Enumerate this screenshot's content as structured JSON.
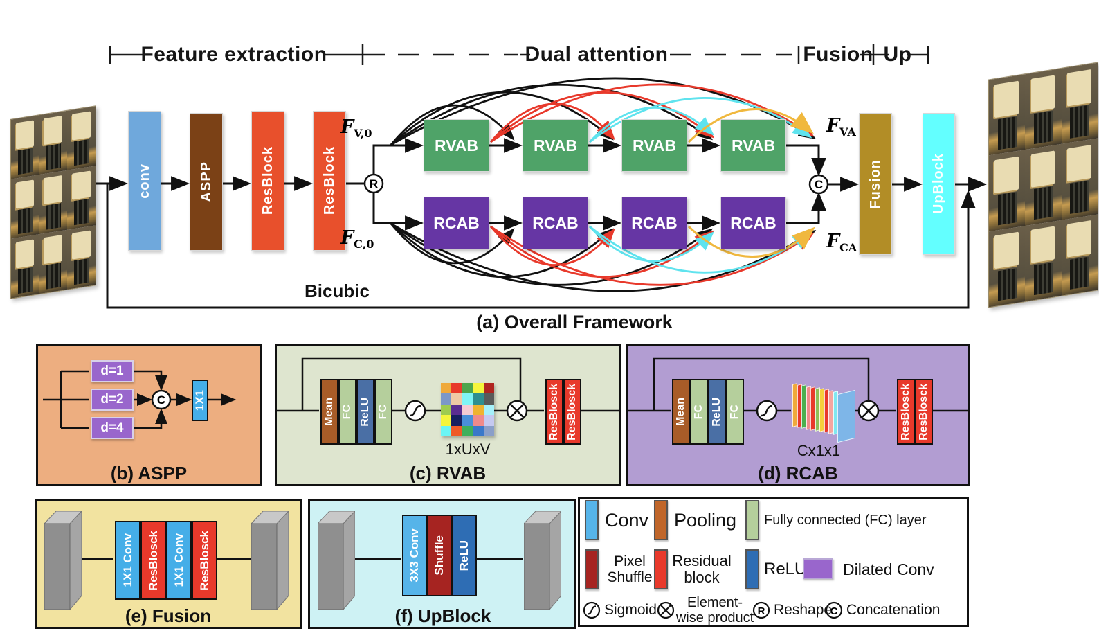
{
  "figure": {
    "header": {
      "sections": [
        {
          "label": "Feature extraction"
        },
        {
          "label": "Dual attention"
        },
        {
          "label": "Fusion"
        },
        {
          "label": "Up"
        }
      ]
    },
    "overall": {
      "caption": "(a) Overall Framework",
      "bicubic_label": "Bicubic",
      "feature_blocks": [
        "conv",
        "ASPP",
        "ResBlock",
        "ResBlock"
      ],
      "rvab_row": [
        "RVAB",
        "RVAB",
        "RVAB",
        "RVAB"
      ],
      "rcab_row": [
        "RCAB",
        "RCAB",
        "RCAB",
        "RCAB"
      ],
      "fusion_block": "Fusion",
      "up_block": "UpBlock",
      "reshape_symbol": "R",
      "concat_symbol": "C",
      "feature_labels": {
        "fv0": {
          "base": "F",
          "sub": "V,0"
        },
        "fc0": {
          "base": "F",
          "sub": "C,0"
        },
        "fva": {
          "base": "F",
          "sub": "VA"
        },
        "fca": {
          "base": "F",
          "sub": "CA"
        }
      }
    },
    "panel_b": {
      "caption": "(b) ASPP",
      "dilated_boxes": [
        "d=1",
        "d=2",
        "d=4"
      ],
      "conv_label": "1X1",
      "concat_symbol": "C"
    },
    "panel_c": {
      "caption": "(c) RVAB",
      "attention_strips": [
        "Mean",
        "FC",
        "ReLU",
        "FC"
      ],
      "map_label": "1xUxV",
      "res_strips": [
        "ResBlosck",
        "ResBlosck"
      ],
      "map_colors": [
        "#EFA93B",
        "#E8392B",
        "#4CA54C",
        "#F5F53C",
        "#B02520",
        "#7B97C9",
        "#EFC9A5",
        "#7FF5F5",
        "#2F8F8F",
        "#5A5A5A",
        "#9FCB50",
        "#5B2D91",
        "#F5CBD3",
        "#EFB32F",
        "#A5F0FA",
        "#F5F53C",
        "#172060",
        "#4A8FD9",
        "#F08A8A",
        "#C5C9F0",
        "#6BF5F5",
        "#EF5A28",
        "#3FAF5C",
        "#3A78C9",
        "#8A9FC9"
      ]
    },
    "panel_d": {
      "caption": "(d) RCAB",
      "attention_strips": [
        "Mean",
        "FC",
        "ReLU",
        "FC"
      ],
      "map_label": "Cx1x1",
      "res_strips": [
        "ResBlosck",
        "ResBlosck"
      ],
      "slab_colors": [
        "#EFA93B",
        "#E8392B",
        "#4CAF50",
        "#F08C8C",
        "#E8392B",
        "#8FBF5A",
        "#F5D03C",
        "#E8392B",
        "#F4A6A0",
        "#7FE8F0",
        "#7EB6E8"
      ]
    },
    "panel_e": {
      "caption": "(e) Fusion",
      "strips": [
        "1X1 Conv",
        "ResBlosck",
        "1X1 Conv",
        "ResBlosck"
      ]
    },
    "panel_f": {
      "caption": "(f) UpBlock",
      "strips": [
        "3X3 Conv",
        "Shuffle",
        "ReLU"
      ]
    },
    "legend": {
      "row1": [
        {
          "label": "Conv",
          "color": "#56B4E9"
        },
        {
          "label": "Pooling",
          "color": "#C0662A"
        },
        {
          "label": "Fully connected (FC) layer",
          "color": "#B5CF9C"
        }
      ],
      "row2": [
        {
          "label": "Pixel Shuffle",
          "color": "#A62421"
        },
        {
          "label": "Residual block",
          "color": "#E8392B"
        },
        {
          "label": "ReLU",
          "color": "#2E6DB4"
        },
        {
          "label": "Dilated Conv",
          "color": "#9966CC"
        }
      ],
      "row3": [
        {
          "label": "Sigmoid",
          "symbol": "S"
        },
        {
          "label": "Element-wise product",
          "symbol": "⊗"
        },
        {
          "label": "Reshape",
          "symbol": "R"
        },
        {
          "label": "Concatenation",
          "symbol": "C"
        }
      ]
    },
    "colors": {
      "rvab": "#4FA368",
      "rcab": "#6636A4",
      "conv": "#6FA8DC",
      "aspp": "#7B4116",
      "resblock": "#E8502C",
      "fusion": "#B28D26",
      "upblock": "#63FFFF",
      "skip_black": "#111111",
      "skip_red": "#E8392B",
      "skip_cyan": "#5FE3EE",
      "skip_yellow": "#F0B83E",
      "panel_b_bg": "#EDAE80",
      "panel_c_bg": "#DEE5CF",
      "panel_d_bg": "#B29DD2",
      "panel_e_bg": "#F2E3A0",
      "panel_f_bg": "#CEF2F4"
    }
  }
}
